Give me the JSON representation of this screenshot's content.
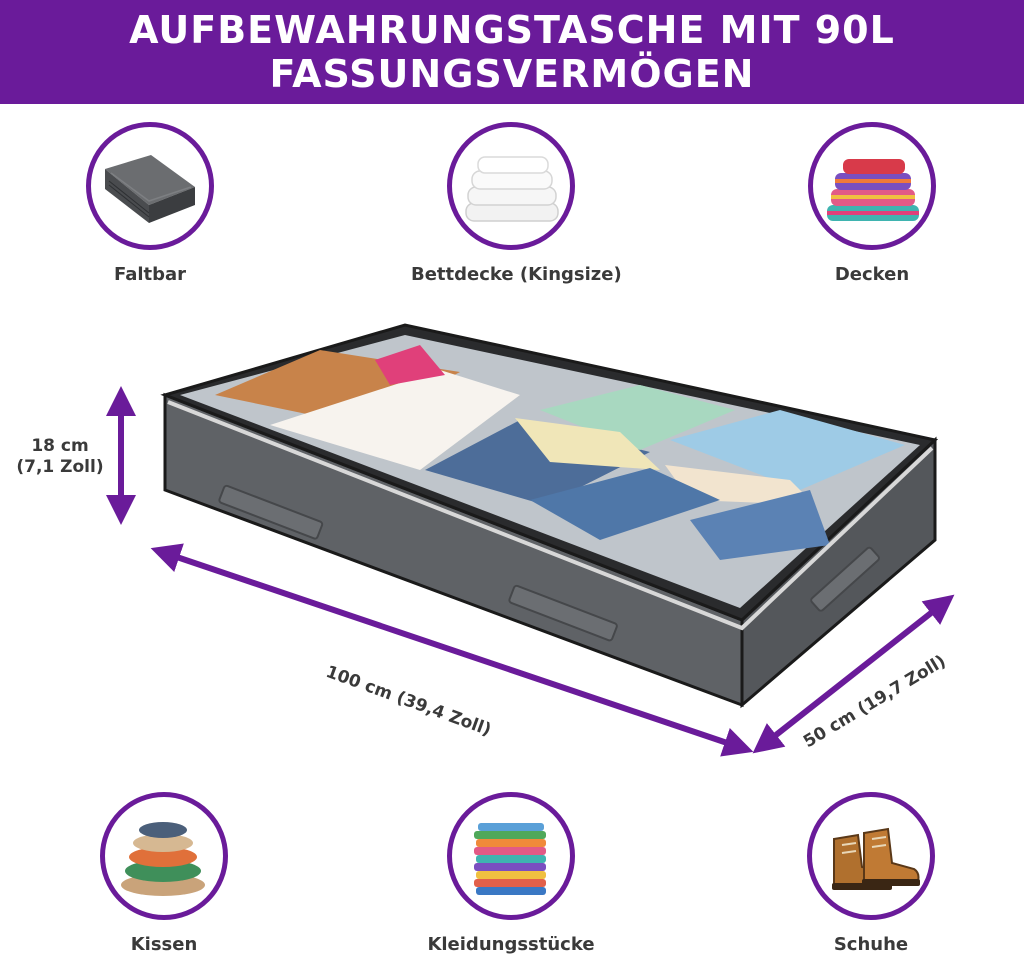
{
  "header": {
    "title_line1": "AUFBEWAHRUNGSTASCHE MIT 90L",
    "title_line2": "FASSUNGSVERMÖGEN"
  },
  "features_top": [
    {
      "label": "Faltbar",
      "icon": "folded-fabric-icon"
    },
    {
      "label": "Bettdecke (Kingsize)",
      "icon": "duvet-icon"
    },
    {
      "label": "Decken",
      "icon": "blankets-icon"
    }
  ],
  "features_bottom": [
    {
      "label": "Kissen",
      "icon": "pillows-icon"
    },
    {
      "label": "Kleidungsstücke",
      "icon": "clothes-stack-icon"
    },
    {
      "label": "Schuhe",
      "icon": "boots-icon"
    }
  ],
  "dimensions": {
    "height_line1": "18 cm",
    "height_line2": "(7,1 Zoll)",
    "length": "100 cm (39,4 Zoll)",
    "width": "50 cm (19,7 Zoll)"
  },
  "colors": {
    "accent": "#6a1b9a",
    "bag": "#5f6266",
    "text": "#3a3a3a"
  }
}
